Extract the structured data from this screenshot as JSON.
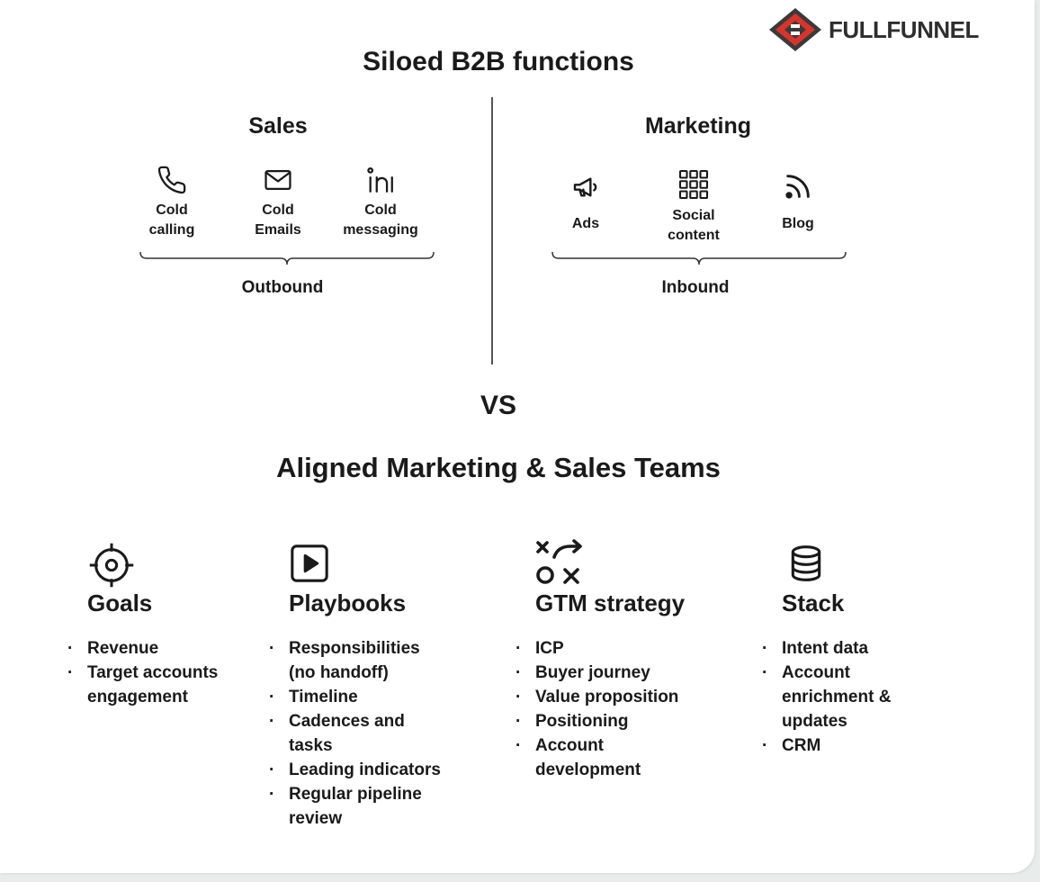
{
  "brand": {
    "name": "FULLFUNNEL",
    "accent": "#d9342b",
    "dark": "#3a3a3a"
  },
  "top": {
    "title": "Siloed B2B functions",
    "sales": {
      "title": "Sales",
      "channels": [
        {
          "label": "Cold\ncalling",
          "icon": "phone-icon"
        },
        {
          "label": "Cold\nEmails",
          "icon": "mail-icon"
        },
        {
          "label": "Cold\nmessaging",
          "icon": "linkedin-icon"
        }
      ],
      "group": "Outbound"
    },
    "marketing": {
      "title": "Marketing",
      "channels": [
        {
          "label": "Ads",
          "icon": "megaphone-icon"
        },
        {
          "label": "Social\ncontent",
          "icon": "grid-icon"
        },
        {
          "label": "Blog",
          "icon": "rss-icon"
        }
      ],
      "group": "Inbound"
    }
  },
  "vs": "VS",
  "bottom": {
    "title": "Aligned Marketing & Sales Teams",
    "pillars": [
      {
        "title": "Goals",
        "icon": "target-icon",
        "items": [
          "Revenue",
          "Target accounts\nengagement"
        ]
      },
      {
        "title": "Playbooks",
        "icon": "play-icon",
        "items": [
          "Responsibilities\n(no handoff)",
          "Timeline",
          "Cadences and\ntasks",
          "Leading indicators",
          "Regular pipeline\nreview"
        ]
      },
      {
        "title": "GTM strategy",
        "icon": "strategy-icon",
        "items": [
          "ICP",
          "Buyer journey",
          "Value proposition",
          "Positioning",
          "Account\ndevelopment"
        ]
      },
      {
        "title": "Stack",
        "icon": "database-icon",
        "items": [
          "Intent data",
          "Account\nenrichment &\nupdates",
          "CRM"
        ]
      }
    ]
  }
}
